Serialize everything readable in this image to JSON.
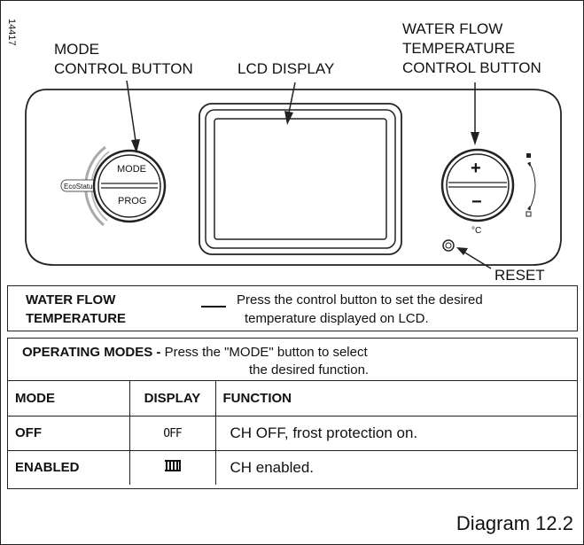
{
  "figure_id": "14417",
  "labels": {
    "mode_control_1": "MODE",
    "mode_control_2": "CONTROL BUTTON",
    "lcd_display": "LCD DISPLAY",
    "water_flow_1": "WATER FLOW",
    "water_flow_2": "TEMPERATURE",
    "water_flow_3": "CONTROL BUTTON",
    "reset": "RESET"
  },
  "panel": {
    "ecostatus": "EcoStatus",
    "mode_button_top": "MODE",
    "mode_button_bottom": "PROG",
    "plus": "+",
    "minus": "−",
    "degree": "°C"
  },
  "water_flow_box": {
    "title_line1": "WATER FLOW",
    "title_line2": "TEMPERATURE",
    "desc_line1": "Press the control button to set the desired",
    "desc_line2": "temperature displayed on LCD."
  },
  "operating_modes": {
    "heading": "OPERATING MODES -",
    "desc_line1": " Press the \"MODE\" button to select",
    "desc_line2": "the desired function.",
    "columns": [
      "MODE",
      "DISPLAY",
      "FUNCTION"
    ],
    "rows": [
      {
        "mode": "OFF",
        "display": "OFF",
        "function": "CH OFF, frost protection on."
      },
      {
        "mode": "ENABLED",
        "display": "radiator-icon",
        "function": "CH enabled."
      }
    ]
  },
  "caption": "Diagram 12.2"
}
